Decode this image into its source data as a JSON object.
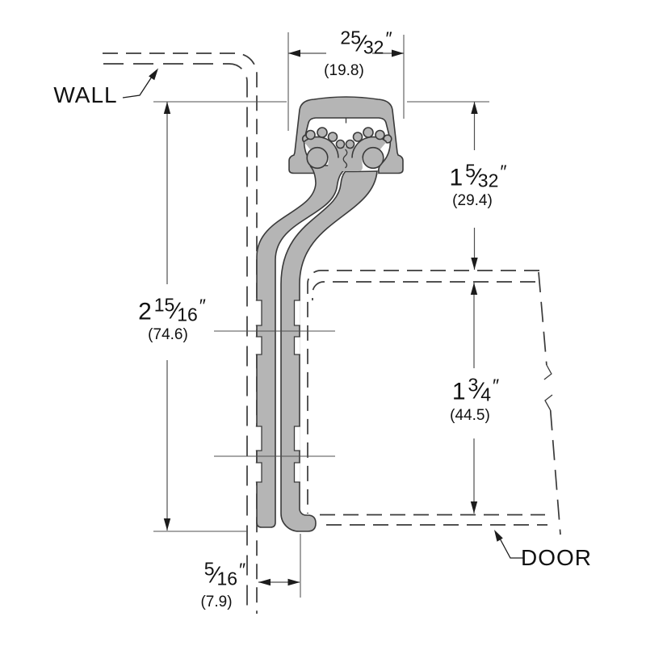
{
  "drawing_title": "Continuous geared hinge section - wall and door mounting detail",
  "labels": {
    "wall": "WALL",
    "door": "DOOR"
  },
  "fraction_slash": "⁄",
  "dimensions": {
    "hinge_cap_width": {
      "whole": "",
      "numerator": "25",
      "denominator": "32",
      "unit": "″",
      "metric": "(19.8)"
    },
    "top_to_door_face": {
      "whole": "1",
      "numerator": "5",
      "denominator": "32",
      "unit": "″",
      "metric": "(29.4)"
    },
    "overall_height": {
      "whole": "2",
      "numerator": "15",
      "denominator": "16",
      "unit": "″",
      "metric": "(74.6)"
    },
    "door_leaf_height": {
      "whole": "1",
      "numerator": "3",
      "denominator": "4",
      "unit": "″",
      "metric": "(44.5)"
    },
    "wall_to_door_gap": {
      "whole": "",
      "numerator": "5",
      "denominator": "16",
      "unit": "″",
      "metric": "(7.9)"
    }
  },
  "colors": {
    "profile_fill": "#b5b5b5",
    "outline": "#3a3a3a",
    "dimension_lines": "#4f4f4f",
    "text": "#111111",
    "background": "#ffffff"
  }
}
